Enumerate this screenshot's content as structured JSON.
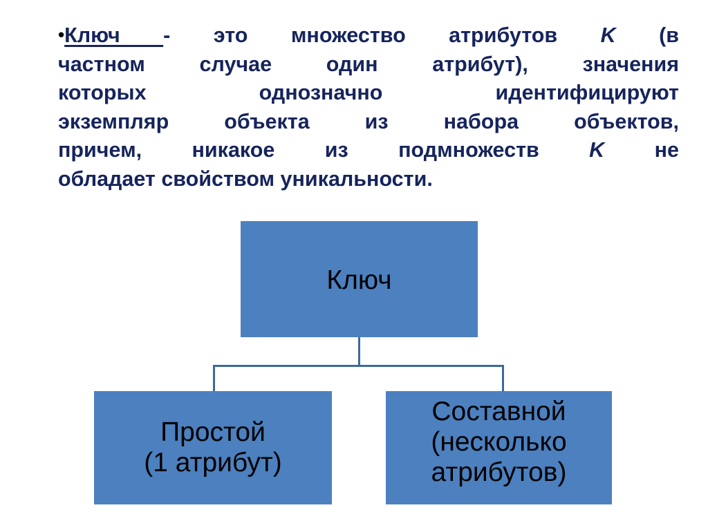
{
  "slide": {
    "background_color": "#ffffff",
    "body_text_color": "#16245c",
    "node_fill_color": "#4c80bf",
    "node_text_color": "#000000",
    "connector_color": "#3a699f"
  },
  "body": {
    "bullet_glyph": "•",
    "keyword": "Ключ ",
    "lines": [
      "- это множество атрибутов K (в",
      "частном случае один атрибут), значения",
      "которых однозначно идентифицируют",
      "экземпляр объекта из набора объектов,",
      "причем, никакое из подмножеств K не",
      "обладает свойством уникальности."
    ],
    "full_text": "Ключ - это множество атрибутов K (в частном случае один атрибут), значения которых однозначно идентифицируют экземпляр объекта из набора объектов, причем, никакое из подмножеств K не обладает свойством уникальности.",
    "line1_before_var": "- это множество атрибутов ",
    "line1_variable": "K",
    "line1_after_var": " (в",
    "line2": "частном случае один атрибут), значения",
    "line3": "которых однозначно идентифицируют",
    "line4": "экземпляр объекта из набора объектов,",
    "line5_before_var": "причем, никакое из подмножеств ",
    "line5_variable": "K",
    "line5_after_var": " не",
    "line6": "обладает свойством уникальности."
  },
  "diagram": {
    "type": "hierarchy",
    "root": {
      "label": "Ключ"
    },
    "children": [
      {
        "label": "Простой\n(1 атрибут)"
      },
      {
        "label": "Составной\n(несколько\nатрибутов)"
      }
    ]
  }
}
